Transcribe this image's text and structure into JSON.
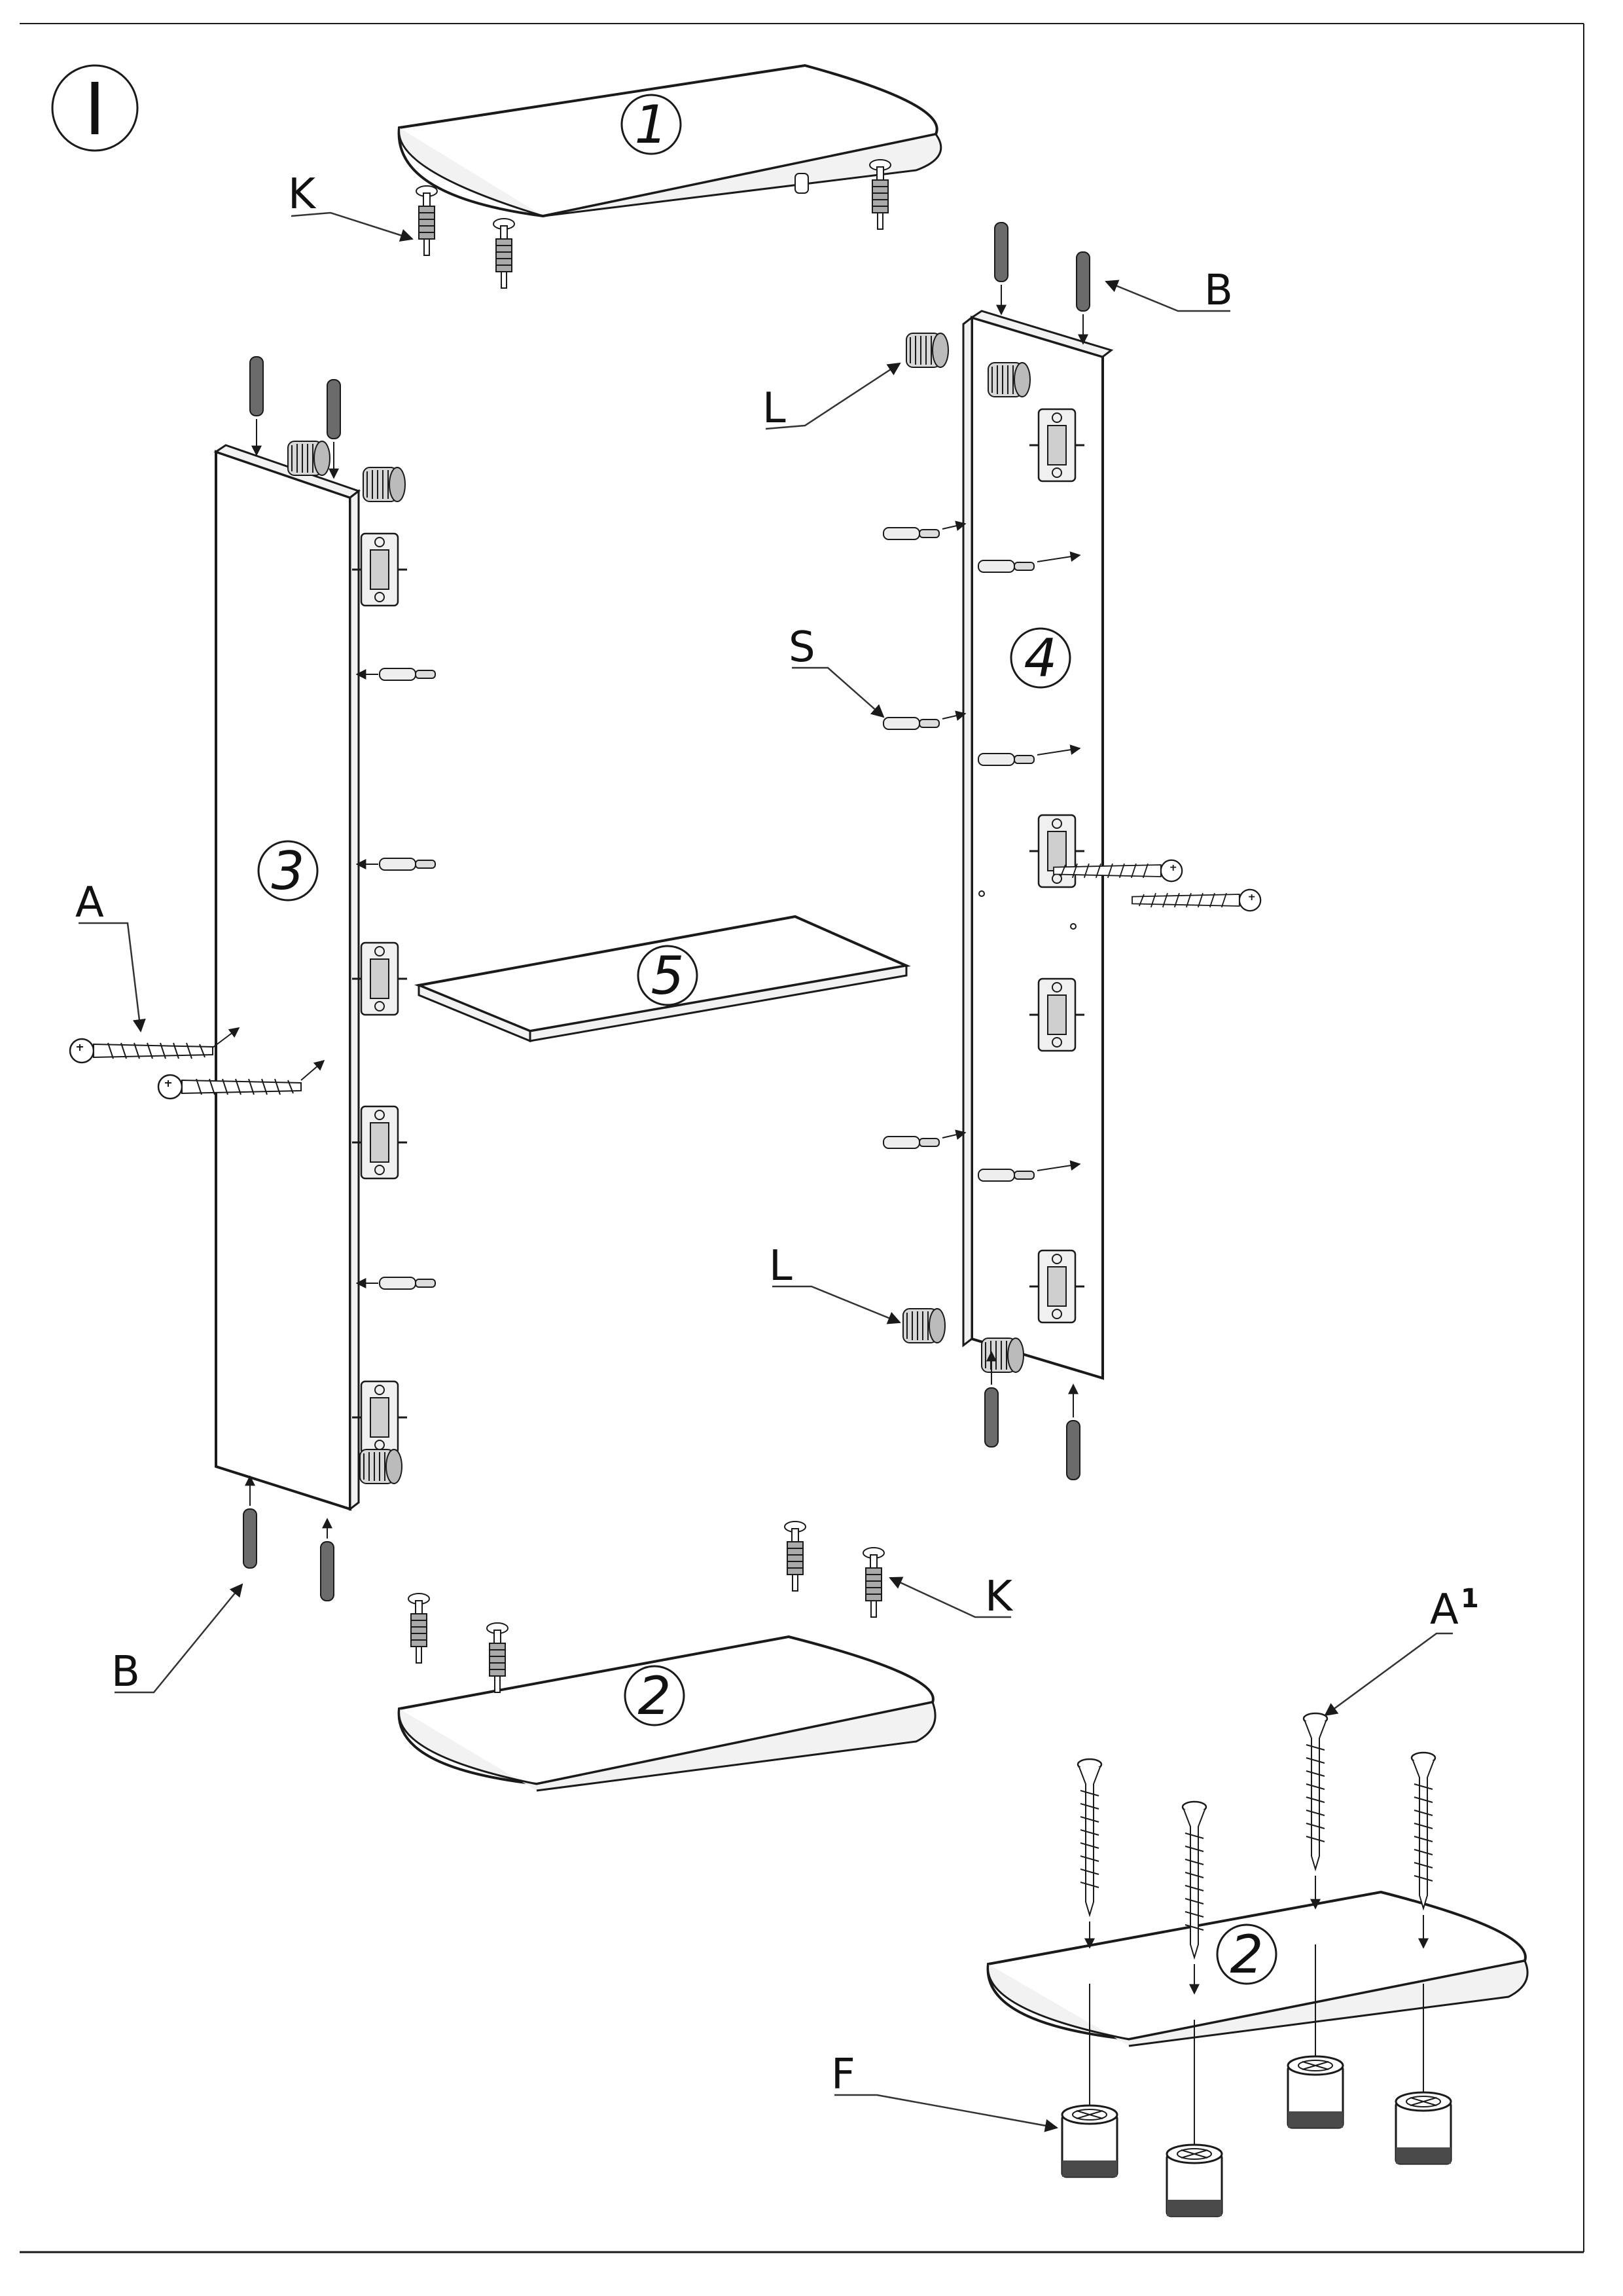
{
  "step_number": "I",
  "parts": {
    "top_board": "1",
    "bottom_board": "2",
    "bottom_board_feet": "2",
    "left_side": "3",
    "right_side": "4",
    "shelf": "5"
  },
  "hardware_labels": {
    "k_top": "K",
    "k_bottom": "K",
    "b_top_right": "B",
    "b_bottom_left": "B",
    "l_top": "L",
    "l_bottom": "L",
    "s": "S",
    "a": "A",
    "a1_letter": "A",
    "a1_index": "1",
    "f": "F"
  }
}
